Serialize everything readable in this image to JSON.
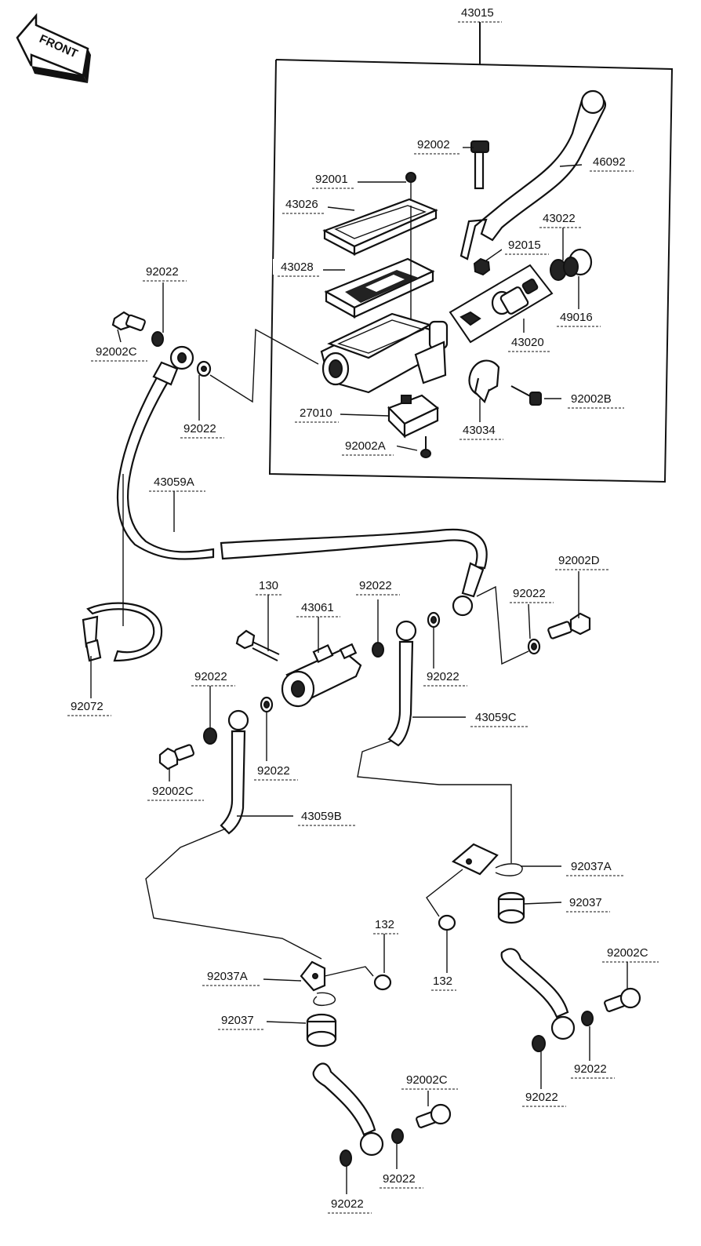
{
  "front_badge": "FRONT",
  "labels": {
    "assembly": "43015",
    "lever": "46092",
    "lever_bolt": "92002",
    "cap_screw": "92001",
    "cap": "43026",
    "diaphragm": "43028",
    "nut": "92015",
    "boot": "43022",
    "dust_seal": "49016",
    "piston_kit": "43020",
    "clamp_bolt": "92002B",
    "clamp": "43034",
    "switch": "27010",
    "switch_screw": "92002A",
    "washer_top1": "92022",
    "banjo_top": "92002C",
    "washer_top2": "92022",
    "hose_a": "43059A",
    "hose_clamp": "92072",
    "joint_bolt": "130",
    "joint": "43061",
    "washer_mid1": "92022",
    "washer_mid2": "92022",
    "washer_mid3": "92022",
    "banjo_d": "92002D",
    "washer_l1": "92022",
    "banjo_l": "92002C",
    "washer_l2": "92022",
    "hose_c": "43059C",
    "hose_b": "43059B",
    "grommet_clip_r": "92037A",
    "grommet_r": "92037",
    "bolt_132_left": "132",
    "bolt_132_right": "132",
    "grommet_clip_l": "92037A",
    "grommet_l": "92037",
    "banjo_br": "92002C",
    "washer_br1": "92022",
    "washer_br2": "92022",
    "banjo_bl": "92002C",
    "washer_bl1": "92022",
    "washer_bl2": "92022"
  }
}
